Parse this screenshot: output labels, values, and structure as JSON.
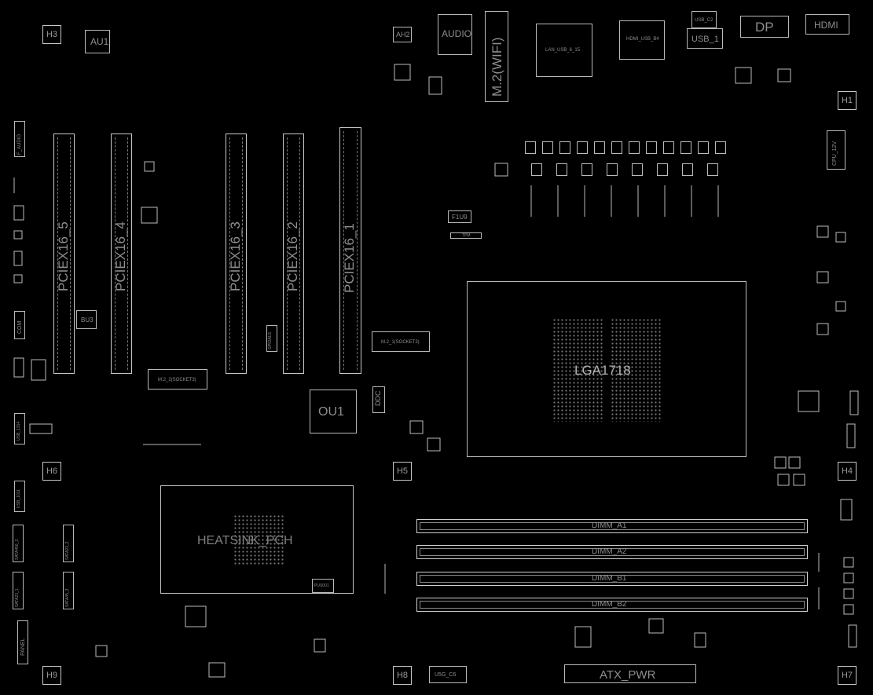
{
  "board": {
    "mounting_holes": [
      "H3",
      "H1",
      "H6",
      "H5",
      "H4",
      "H9",
      "H8",
      "H7"
    ],
    "chips": {
      "au1": "AU1",
      "ah2": "AH2",
      "bu3": "BU3",
      "ou1": "OU1",
      "f1u9": "F1U9",
      "tpm": "TPM",
      "pus001": "PUS001",
      "cpu_socket": "LGA1718"
    },
    "rear_io": {
      "audio": "AUDIO",
      "m2_wifi": "M.2(WIFI)",
      "lan_usb": "LAN_USB_6_15",
      "hdmi_usb": "HDMI_USB_B4",
      "usb_c": "USB_C2",
      "usb_1": "USB_1",
      "dp": "DP",
      "hdmi": "HDMI"
    },
    "pcie_slots": [
      "PCIEX16_5",
      "PCIEX16_4",
      "PCIEX16_3",
      "PCIEX16_2",
      "PCIEX16_1"
    ],
    "m2_slots": {
      "m2_1": "M.2_1(SOCKET3)",
      "m2_2": "M.2_2(SOCKET3)"
    },
    "dimm_slots": [
      "DIMM_A1",
      "DIMM_A2",
      "DIMM_B1",
      "DIMM_B2"
    ],
    "pch_heatsink": "HEATSINK_PCH",
    "power": {
      "atx": "ATX_PWR",
      "cpu_12v": "CPU_12V"
    },
    "headers": {
      "f_audio": "F_AUDIO",
      "com": "COM",
      "usb_1314": "USB_1314",
      "usb_1011": "USB_1011",
      "sata_45": "SATA456_2",
      "sata_23": "SATA23_1",
      "sata_r1": "SATA23_2",
      "sata_r2": "SATA45_3",
      "panel": "PANEL",
      "u5g_c6": "U5G_C6",
      "ddc": "DDC",
      "gpio": "GPIOAU1"
    }
  }
}
